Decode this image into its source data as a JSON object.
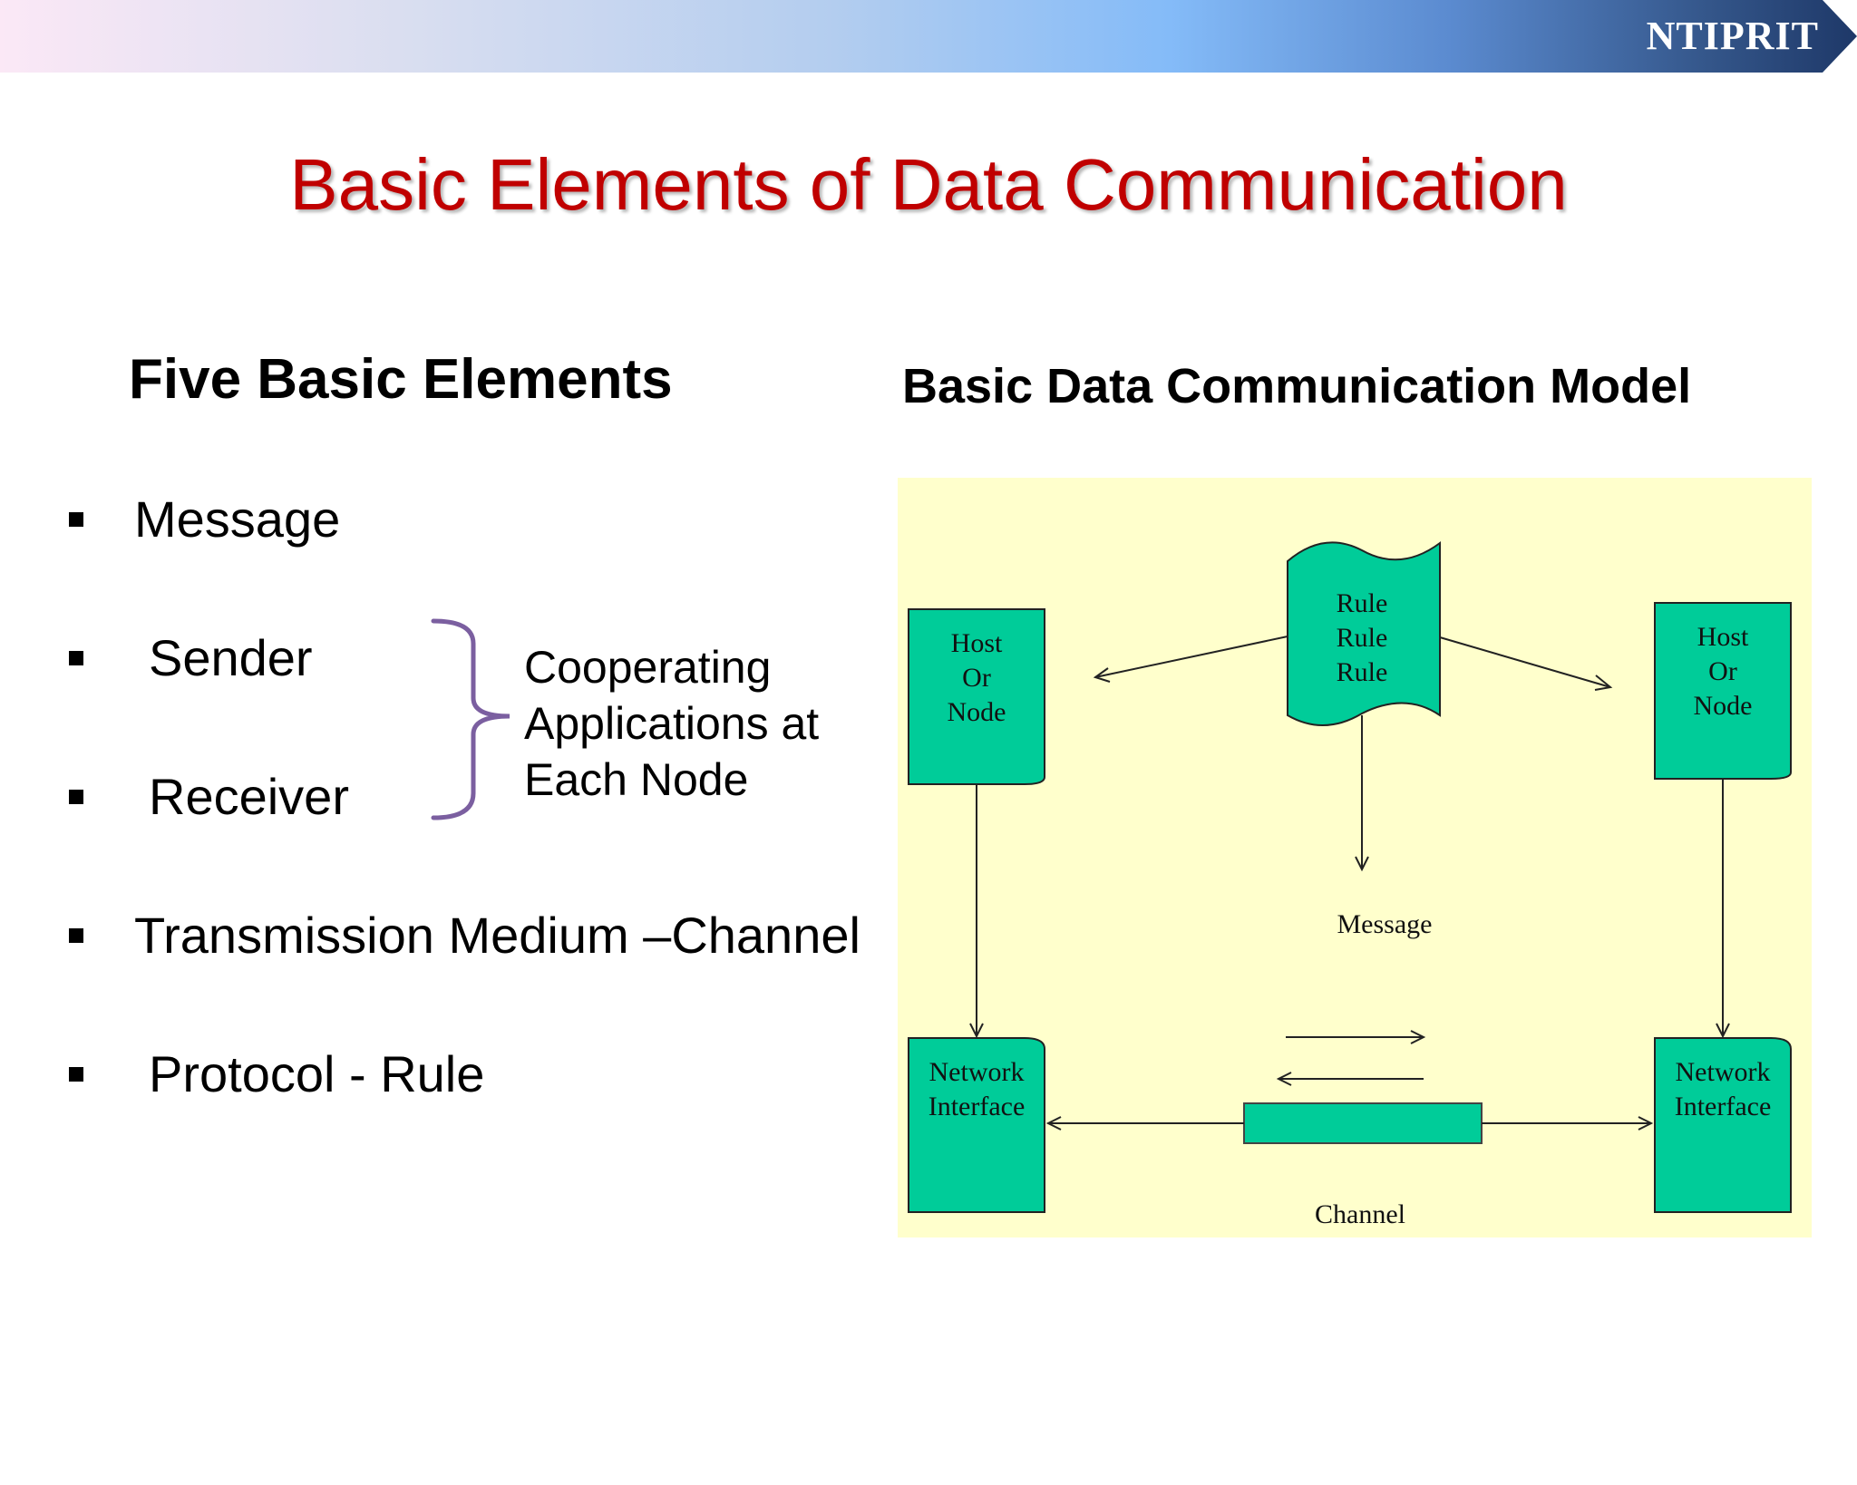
{
  "header": {
    "brand": "NTIPRIT"
  },
  "slide": {
    "title": "Basic Elements of Data Communication",
    "left_heading": "Five Basic Elements",
    "right_heading": "Basic Data Communication Model"
  },
  "elements": [
    {
      "label": "Message"
    },
    {
      "label": "Sender"
    },
    {
      "label": "Receiver"
    },
    {
      "label": "Transmission Medium –Channel"
    },
    {
      "label": "Protocol - Rule"
    }
  ],
  "bracket_note": {
    "lines": [
      "Cooperating",
      "Applications at",
      "Each Node"
    ]
  },
  "diagram": {
    "host_left": [
      "Host",
      "Or",
      "Node"
    ],
    "host_right": [
      "Host",
      "Or",
      "Node"
    ],
    "rule": [
      "Rule",
      "Rule",
      "Rule"
    ],
    "message_label": "Message",
    "nic_left": [
      "Network",
      "Interface"
    ],
    "nic_right": [
      "Network",
      "Interface"
    ],
    "channel_label": "Channel"
  },
  "colors": {
    "title_red": "#c00000",
    "box_green": "#00cc99",
    "diagram_background": "#ffffcc",
    "bracket_purple": "#7b5fa0"
  }
}
